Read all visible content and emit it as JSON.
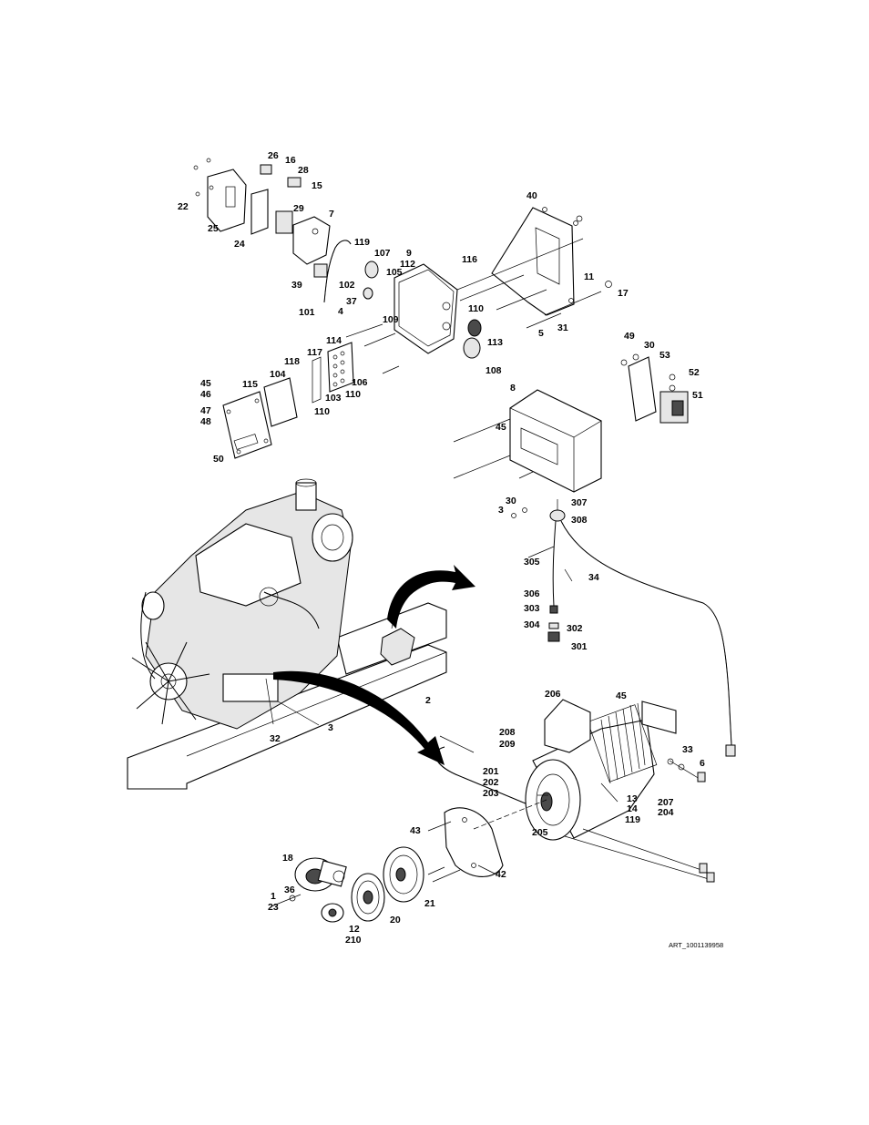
{
  "art_number": "ART_1001139958",
  "callouts": {
    "c1": "1",
    "c2": "2",
    "c3": "3",
    "c5": "5",
    "c6": "6",
    "c7": "7",
    "c8": "8",
    "c9": "9",
    "c11": "11",
    "c13": "13",
    "c14": "14",
    "c15": "15",
    "c16": "16",
    "c17": "17",
    "c18": "18",
    "c20": "20",
    "c21": "21",
    "c22": "22",
    "c23": "23",
    "c24": "24",
    "c25": "25",
    "c26": "26",
    "c28": "28",
    "c29": "29",
    "c30": "30",
    "c31": "31",
    "c32": "32",
    "c33": "33",
    "c34": "34",
    "c36": "36",
    "c37": "37",
    "c39": "39",
    "c40": "40",
    "c42": "42",
    "c43": "43",
    "c45": "45",
    "c46": "46",
    "c47": "47",
    "c48": "48",
    "c49": "49",
    "c50": "50",
    "c51": "51",
    "c52": "52",
    "c53": "53",
    "c101": "101",
    "c102": "102",
    "c103": "103",
    "c104": "104",
    "c105": "105",
    "c106": "106",
    "c107": "107",
    "c108": "108",
    "c109": "109",
    "c110": "110",
    "c112": "112",
    "c113": "113",
    "c114": "114",
    "c115": "115",
    "c116": "116",
    "c117": "117",
    "c118": "118",
    "c119": "119",
    "c201": "201",
    "c202": "202",
    "c203": "203",
    "c204": "204",
    "c205": "205",
    "c206": "206",
    "c207": "207",
    "c208": "208",
    "c209": "209",
    "c210": "210",
    "c301": "301",
    "c302": "302",
    "c303": "303",
    "c304": "304",
    "c305": "305",
    "c306": "306",
    "c307": "307",
    "c308": "308",
    "c4": "4",
    "c12": "12"
  }
}
